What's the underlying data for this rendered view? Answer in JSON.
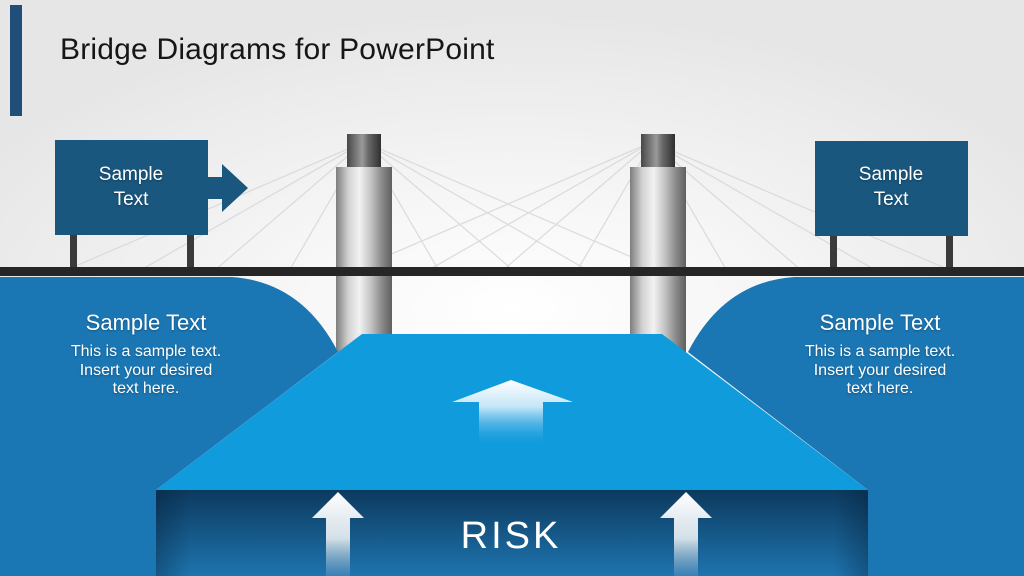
{
  "slide": {
    "title": "Bridge Diagrams for PowerPoint",
    "left_sign": {
      "line1": "Sample",
      "line2": "Text"
    },
    "right_sign": {
      "line1": "Sample",
      "line2": "Text"
    },
    "left_area": {
      "heading": "Sample Text",
      "body_lines": [
        "This is a sample text.",
        "Insert your desired",
        "text here."
      ]
    },
    "right_area": {
      "heading": "Sample Text",
      "body_lines": [
        "This is a sample text.",
        "Insert your desired",
        "text here."
      ]
    },
    "risk_label": "RISK",
    "colors": {
      "accent_bar": "#1F4E79",
      "sign": "#19577E",
      "landmass": "#1B77B4",
      "river": "#0F9BDC",
      "band_top": "#0C3A5E",
      "band_bottom": "#1E74AF",
      "road": "#262626"
    }
  }
}
